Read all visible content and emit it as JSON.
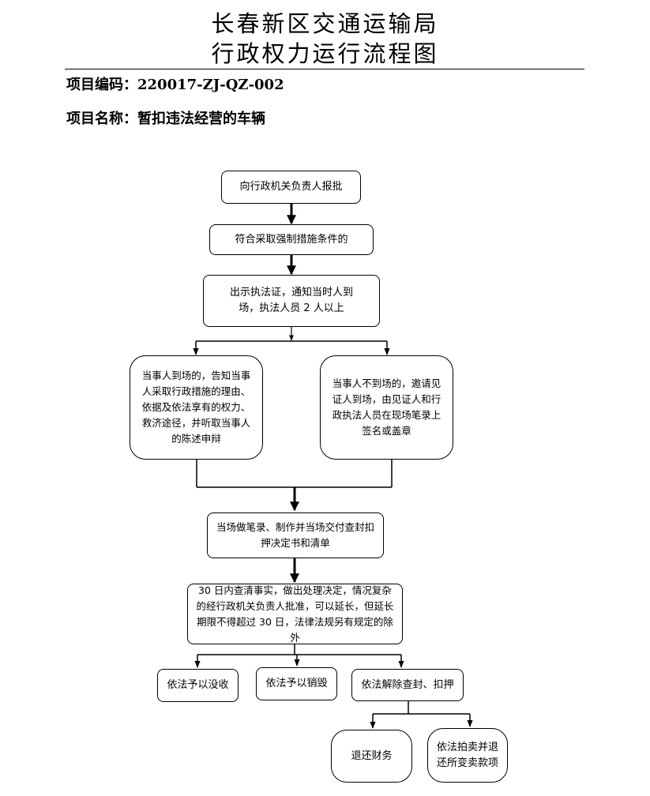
{
  "header": {
    "title_line1": "长春新区交通运输局",
    "title_line2": "行政权力运行流程图",
    "code_label": "项目编码：",
    "code_value": "220017-ZJ-QZ-002",
    "name_label": "项目名称：",
    "name_value": "暂扣违法经营的车辆"
  },
  "flow": {
    "step1": "向行政机关负责人报批",
    "step2": "符合采取强制措施条件的",
    "step3": "出示执法证，通知当时人到场，执法人员 2 人以上",
    "branch_present": "当事人到场的，告知当事人采取行政措施的理由、依据及依法享有的权力、救济途径，并听取当事人的陈述申辩",
    "branch_absent": "当事人不到场的，邀请见证人到场，由见证人和行政执法人员在现场笔录上签名或盖章",
    "step4": "当场做笔录、制作并当场交付查封扣押决定书和清单",
    "step5": "30 日内查清事实，做出处理决定，情况复杂的经行政机关负责人批准，可以延长，但延长期限不得超过 30 日，法律法规另有规定的除外",
    "outcome_confiscate": "依法予以没收",
    "outcome_destroy": "依法予以销毁",
    "outcome_release": "依法解除查封、扣押",
    "release_return": "退还财务",
    "release_auction": "依法拍卖并退还所变卖款项"
  }
}
